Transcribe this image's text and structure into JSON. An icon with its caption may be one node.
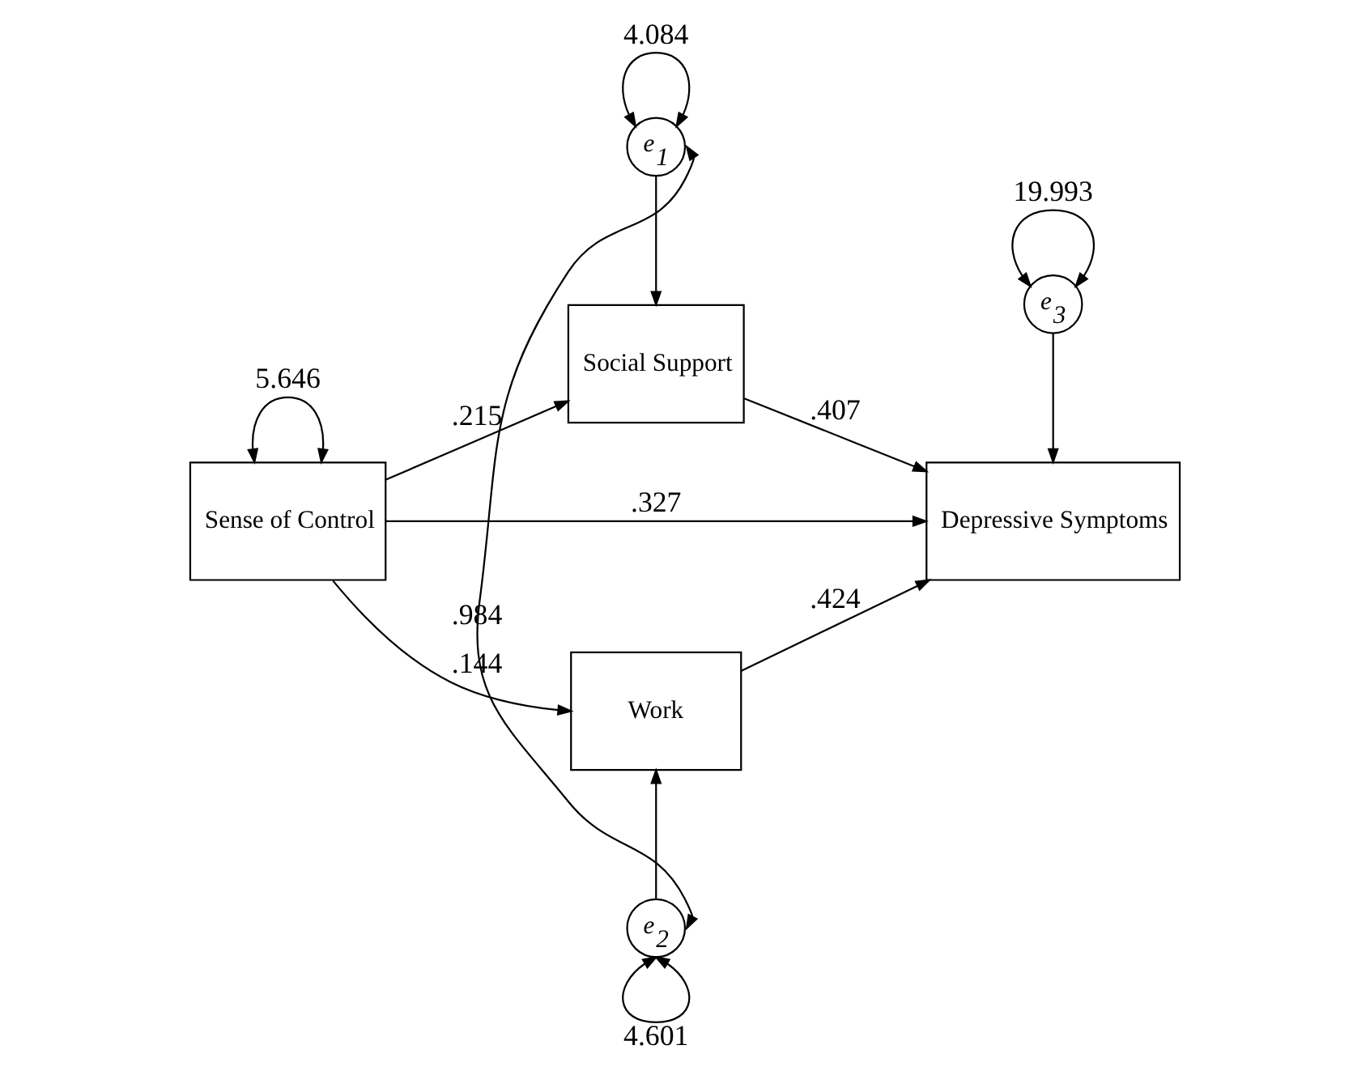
{
  "diagram": {
    "nodes": [
      {
        "text": [
          "e$_{1}$"
        ]
      },
      {
        "text": [
          "Social Support"
        ]
      },
      {
        "text": [
          "Sense of Control"
        ]
      },
      {
        "text": [
          "Depressive Symptoms"
        ]
      },
      {
        "text": [
          "e$_{3}$"
        ]
      },
      {
        "text": [
          "Work"
        ]
      },
      {
        "text": [
          "e$_{2}$"
        ]
      }
    ],
    "edges": [
      {
        "from": 0,
        "to": 0,
        "arrow": "both",
        "label": "4.084"
      },
      {
        "from": 0,
        "to": 1,
        "arrow": "to"
      },
      {
        "from": 0,
        "to": 6,
        "arrow": "both",
        "label": ".984"
      },
      {
        "from": 2,
        "to": 1,
        "arrow": "to",
        "label": ".215"
      },
      {
        "from": 1,
        "to": 3,
        "arrow": "to",
        "label": ".407"
      },
      {
        "from": 2,
        "to": 2,
        "arrow": "both",
        "label": "5.646"
      },
      {
        "from": 2,
        "to": 3,
        "arrow": "to",
        "label": ".327"
      },
      {
        "from": 4,
        "to": 3,
        "arrow": "to"
      },
      {
        "from": 4,
        "to": 4,
        "arrow": "both",
        "label": "19.993"
      },
      {
        "from": 2,
        "to": 5,
        "arrow": "to",
        "label": ".144"
      },
      {
        "from": 5,
        "to": 3,
        "arrow": "to",
        "label": ".424"
      },
      {
        "from": 6,
        "to": 5,
        "arrow": "to"
      },
      {
        "from": 6,
        "to": 6,
        "arrow": "both",
        "label": "4.601"
      }
    ]
  }
}
